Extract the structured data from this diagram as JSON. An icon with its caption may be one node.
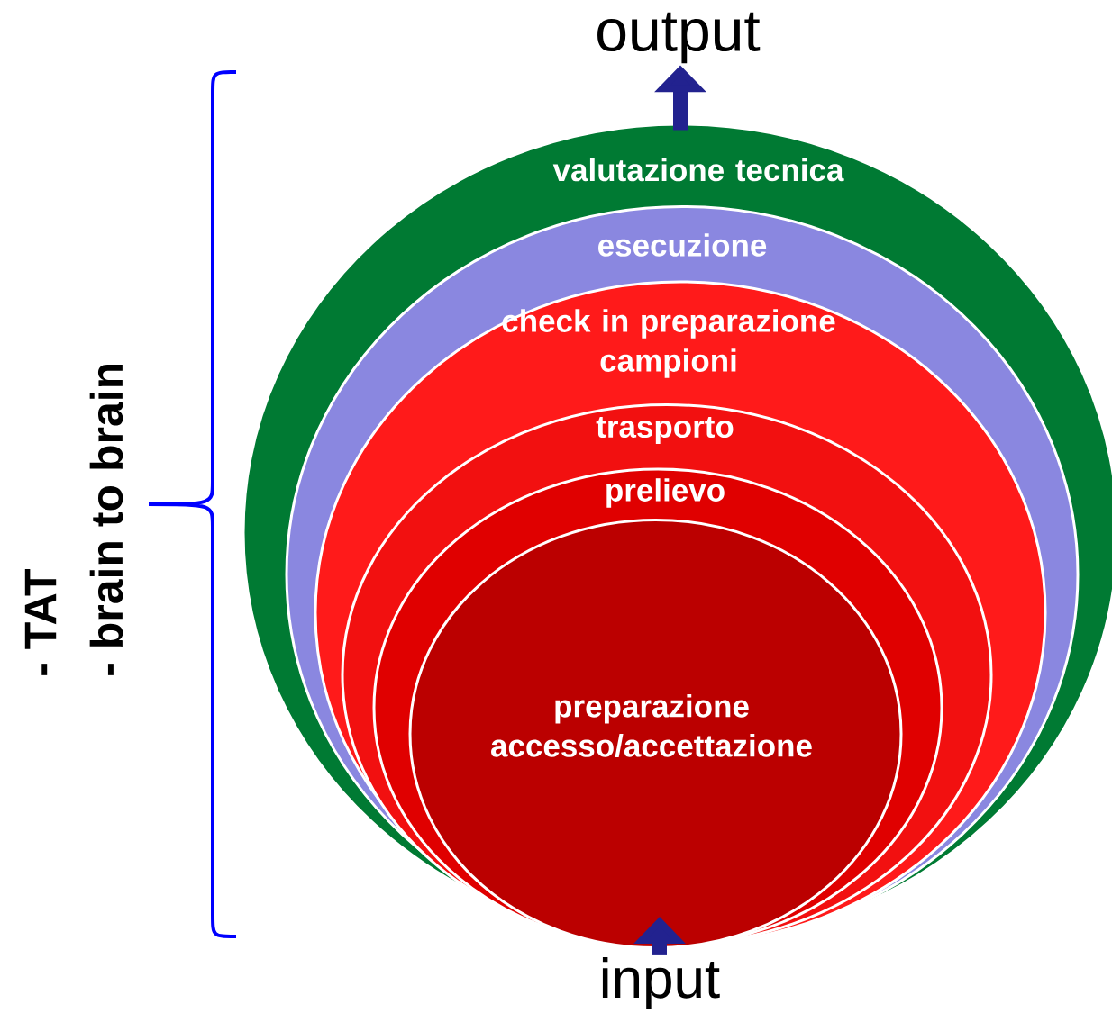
{
  "diagram": {
    "nodes": [
      {
        "text": [
          "valutazione tecnica"
        ]
      },
      {
        "text": [
          "esecuzione"
        ],
        "in": 0
      },
      {
        "text": [
          "check in preparazione campioni"
        ],
        "in": 1
      },
      {
        "text": [
          "trasporto"
        ],
        "in": 2
      },
      {
        "text": [
          "prelievo"
        ],
        "in": 3
      },
      {
        "text": [
          "preparazione accesso/accettazione"
        ],
        "in": 4
      },
      {
        "text": [
          "output"
        ]
      },
      {
        "text": [
          "input"
        ]
      }
    ],
    "edges": [
      {
        "from": 0,
        "to": 6,
        "arrow": "to"
      },
      {
        "from": 7,
        "to": 5,
        "arrow": "to"
      }
    ],
    "labels": [
      "- TAT",
      "- brain to brain"
    ]
  }
}
